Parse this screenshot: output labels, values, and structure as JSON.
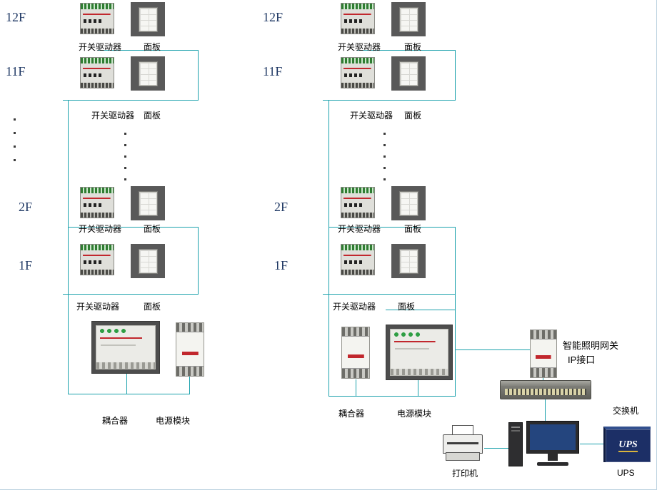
{
  "colors": {
    "line": "#1BA1AC",
    "floor": "#1F3864",
    "text": "#000000",
    "accent_red": "#C1272D",
    "device_green": "#2F7D32",
    "ups_navy": "#1C2F66"
  },
  "left": {
    "rows": [
      {
        "floor": "12F",
        "driver": "开关驱动器",
        "panel": "面板"
      },
      {
        "floor": "11F",
        "driver": "开关驱动器",
        "panel": "面板"
      },
      {
        "floor": "2F",
        "driver": "开关驱动器",
        "panel": "面板"
      },
      {
        "floor": "1F",
        "driver": "开关驱动器",
        "panel": "面板"
      }
    ],
    "coupler": "耦合器",
    "power": "电源模块"
  },
  "right": {
    "rows": [
      {
        "floor": "12F",
        "driver": "开关驱动器",
        "panel": "面板"
      },
      {
        "floor": "11F",
        "driver": "开关驱动器",
        "panel": "面板"
      },
      {
        "floor": "2F",
        "driver": "开关驱动器",
        "panel": "面板"
      },
      {
        "floor": "1F",
        "driver": "开关驱动器",
        "panel": "面板"
      }
    ],
    "coupler": "耦合器",
    "power": "电源模块"
  },
  "gateway": {
    "label_line1": "智能照明网关",
    "label_line2": "IP接口"
  },
  "network_switch": {
    "label": "交换机"
  },
  "printer": {
    "label": "打印机"
  },
  "ups": {
    "label": "UPS",
    "device_text": "UPS"
  }
}
